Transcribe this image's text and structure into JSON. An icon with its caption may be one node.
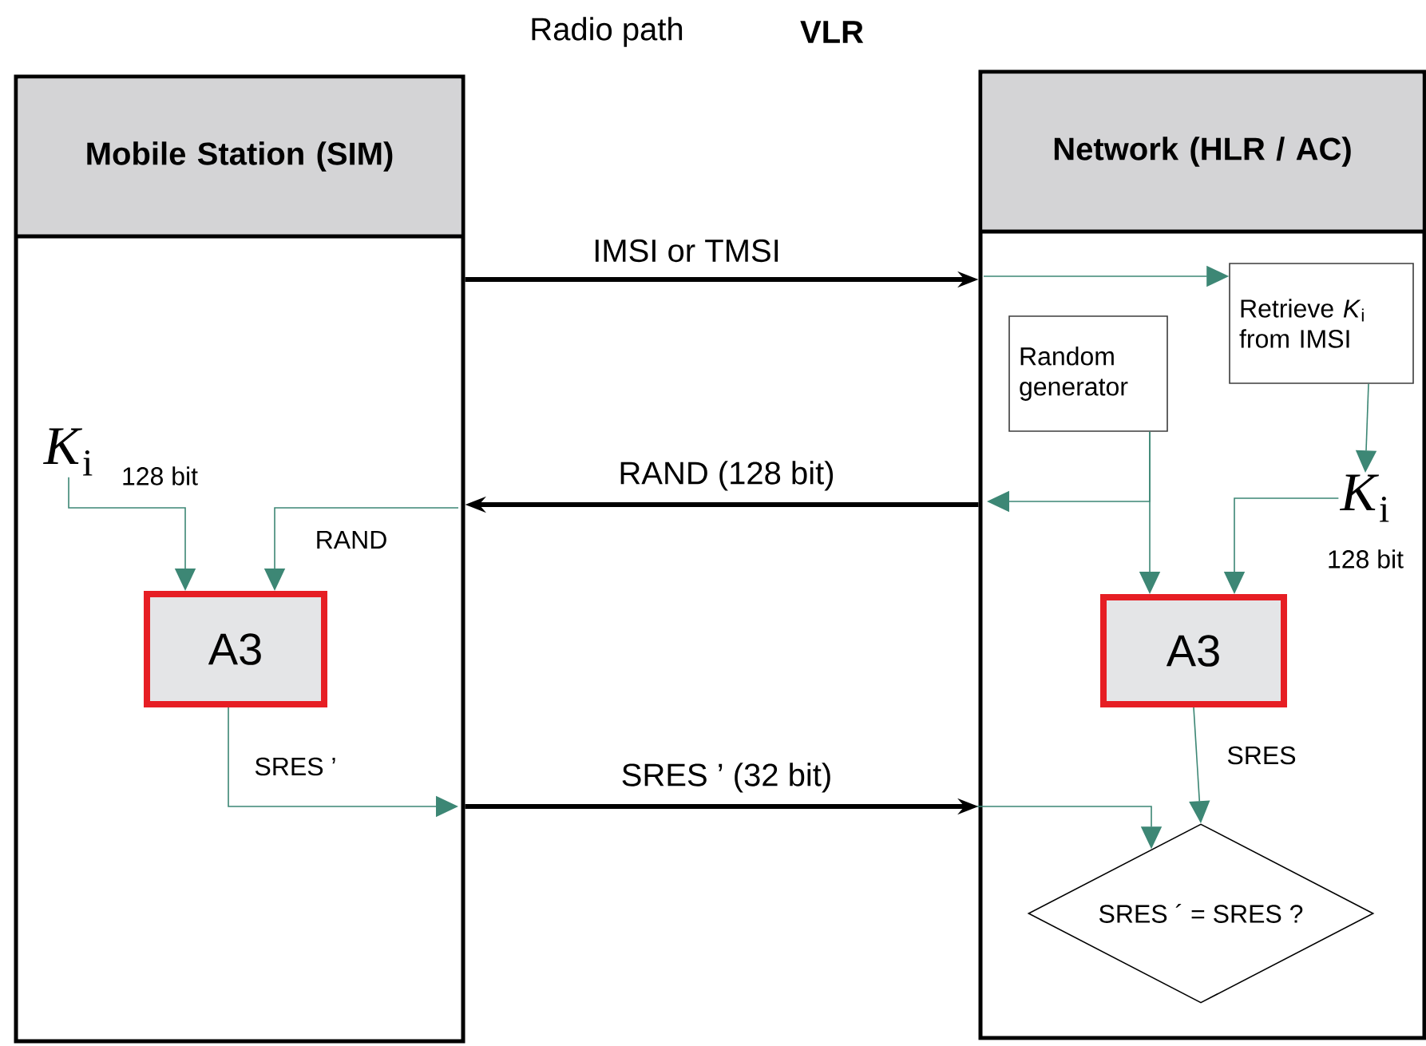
{
  "diagram": {
    "nodes": [
      {
        "text": [
          "Mobile Station (SIM)"
        ]
      },
      {
        "text": [
          "Network (HLR / AC)"
        ]
      },
      {
        "text": [
          "*K*$_{i}$"
        ],
        "in": 0,
        "beside": [
          "128 bit"
        ]
      },
      {
        "text": [
          "A3"
        ],
        "in": 0
      },
      {
        "text": [
          "Random generator"
        ],
        "in": 1
      },
      {
        "text": [
          "Retrieve *K*$_{i}$ from IMSI"
        ],
        "in": 1
      },
      {
        "text": [
          "*K*$_{i}$"
        ],
        "in": 1,
        "beside": [
          "128 bit"
        ]
      },
      {
        "text": [
          "A3"
        ],
        "in": 1
      },
      {
        "text": [
          "SRES ´ = SRES ?"
        ],
        "in": 1
      }
    ],
    "edges": [
      {
        "from": 0,
        "to": 1,
        "arrow": "to",
        "label": "IMSI or TMSI",
        "style": "thick",
        "color": "#000000"
      },
      {
        "from": null,
        "to": 5,
        "arrow": "to"
      },
      {
        "from": 1,
        "to": 0,
        "arrow": "to",
        "label": "RAND (128 bit)",
        "style": "thick",
        "color": "#000000"
      },
      {
        "from": 4,
        "to": null,
        "arrow": "to"
      },
      {
        "from": 4,
        "to": 7,
        "arrow": "to"
      },
      {
        "from": 5,
        "to": 6,
        "arrow": "to"
      },
      {
        "from": 6,
        "to": 7,
        "arrow": "to"
      },
      {
        "from": null,
        "to": 3,
        "arrow": "to",
        "label": "RAND"
      },
      {
        "from": 2,
        "to": 3,
        "arrow": "to"
      },
      {
        "from": 3,
        "to": null,
        "arrow": "to",
        "label": "SRES ’"
      },
      {
        "from": 0,
        "to": 1,
        "arrow": "to",
        "label": "SRES ’ (32 bit)",
        "style": "thick",
        "color": "#000000"
      },
      {
        "from": null,
        "to": 8,
        "arrow": "to"
      },
      {
        "from": 7,
        "to": 8,
        "arrow": "to",
        "label": "SRES"
      }
    ],
    "labels": [
      "Radio path",
      "VLR"
    ]
  }
}
